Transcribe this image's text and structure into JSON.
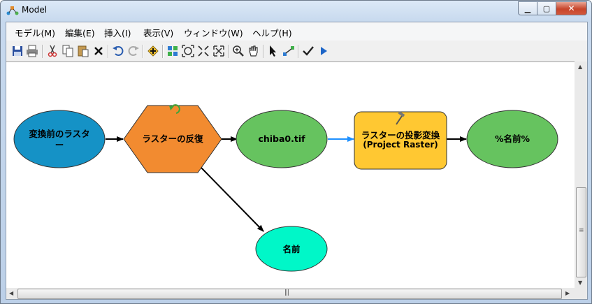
{
  "window": {
    "title": "Model"
  },
  "menu": [
    "モデル(M)",
    "編集(E)",
    "挿入(I)",
    "表示(V)",
    "ウィンドウ(W)",
    "ヘルプ(H)"
  ],
  "toolbar_icons": [
    "save-icon",
    "print-icon",
    "cut-icon",
    "copy-icon",
    "paste-icon",
    "delete-icon",
    "undo-icon",
    "redo-icon",
    "add-data-icon",
    "auto-layout-icon",
    "full-extent-icon",
    "zoom-in-fixed-icon",
    "zoom-out-fixed-icon",
    "zoom-in-icon",
    "pan-icon",
    "select-icon",
    "connect-icon",
    "validate-icon",
    "run-icon"
  ],
  "nodes": {
    "input_raster": {
      "label": "変換前のラスタ",
      "label2": "ー",
      "color": "#1592c6"
    },
    "iterator": {
      "label": "ラスターの反復",
      "color": "#f28b30"
    },
    "chiba": {
      "label": "chiba0.tif",
      "color": "#66c35f"
    },
    "project": {
      "label": "ラスターの投影変換",
      "label2": "(Project Raster)",
      "color": "#ffc832"
    },
    "output": {
      "label": "%名前%",
      "color": "#66c35f"
    },
    "name": {
      "label": "名前",
      "color": "#00f7c8"
    }
  },
  "colors": {
    "connector": "#000000",
    "connector_active": "#1e90ff"
  }
}
